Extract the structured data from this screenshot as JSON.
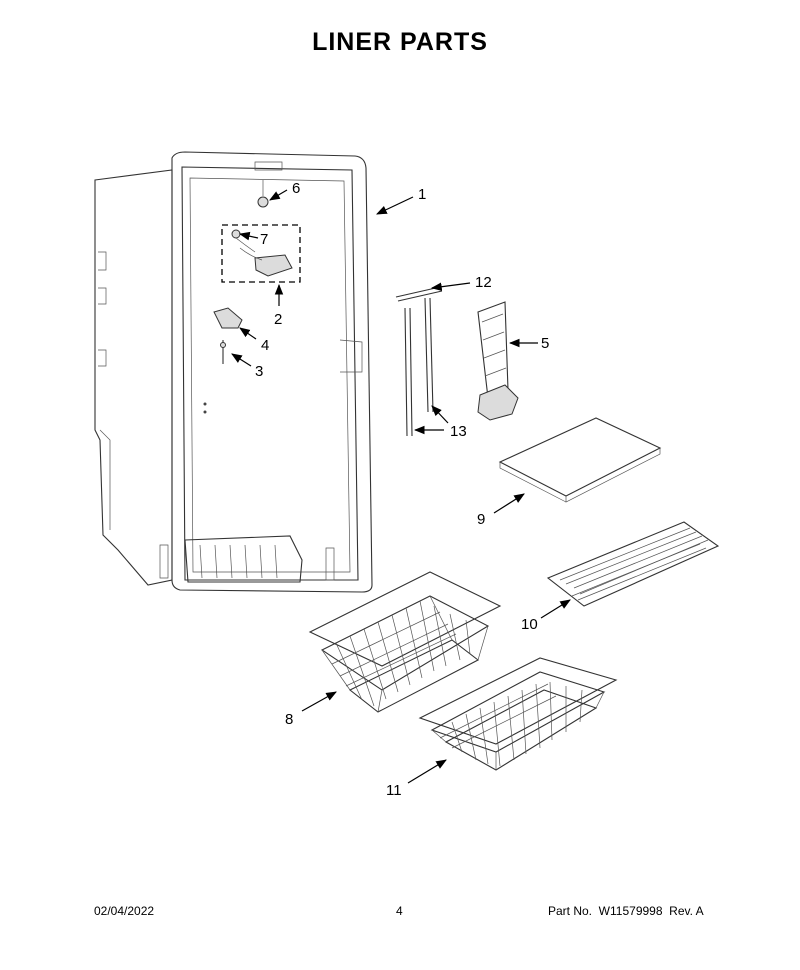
{
  "title": "LINER PARTS",
  "footer": {
    "date": "02/04/2022",
    "page": "4",
    "part_no": "Part No.  W11579998  Rev. A"
  },
  "callouts": [
    "1",
    "2",
    "3",
    "4",
    "5",
    "6",
    "7",
    "8",
    "9",
    "10",
    "11",
    "12",
    "13"
  ]
}
